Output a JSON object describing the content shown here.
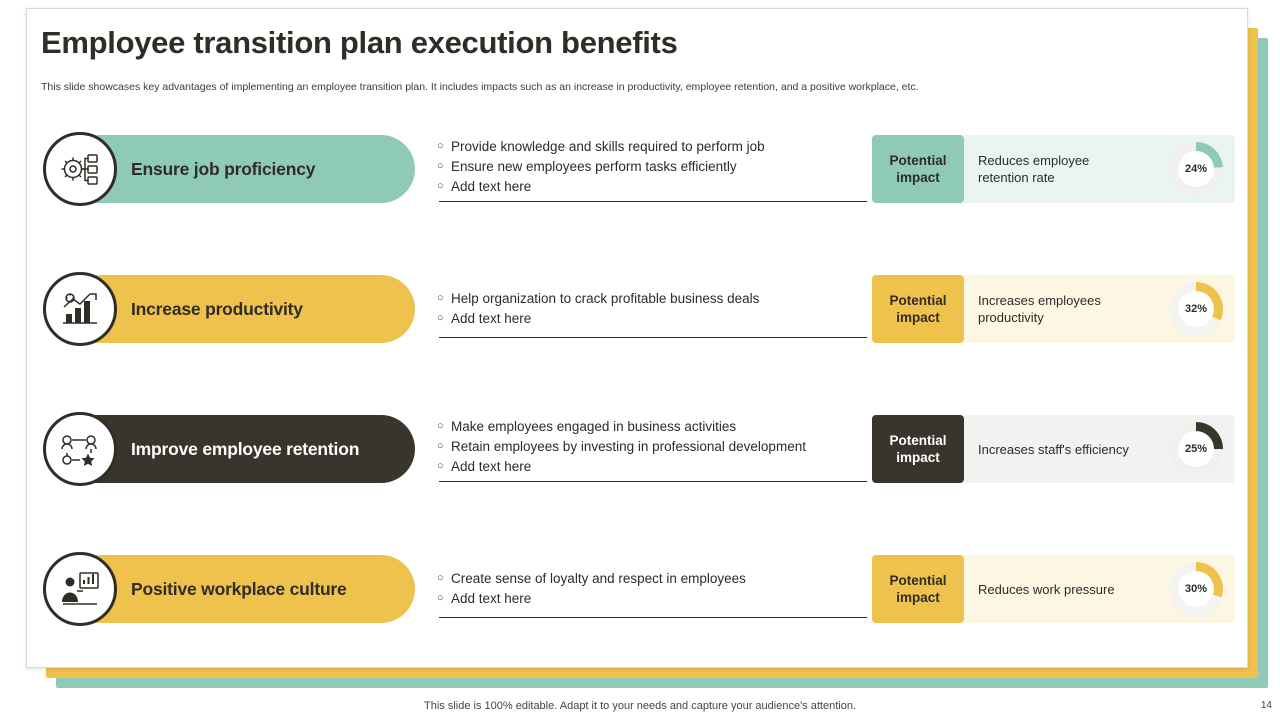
{
  "slide": {
    "title": "Employee transition plan execution benefits",
    "subtitle": "This slide showcases key advantages of implementing an employee transition plan. It includes impacts such as an increase in productivity, employee retention, and a positive workplace, etc.",
    "footer_note": "This slide is 100% editable. Adapt it to your needs and capture your audience's attention.",
    "page_number": "14"
  },
  "colors": {
    "teal": "#8fc9b8",
    "teal_light": "#eaf5f0",
    "yellow": "#efc14d",
    "yellow_light": "#fdf6e3",
    "dark": "#3a352c",
    "grey_light": "#f2f2f0",
    "white": "#ffffff",
    "outline_dark": "#2f2d26"
  },
  "rows": [
    {
      "label": "Ensure job proficiency",
      "icon": "gear-network-icon",
      "pill_color": "#8fc9b8",
      "label_color": "#2f2d26",
      "bullets": [
        "Provide knowledge and skills required to perform job",
        "Ensure new employees perform tasks efficiently",
        "Add text here"
      ],
      "impact_label": "Potential impact",
      "impact_tab_color": "#8fc9b8",
      "impact_tab_text_color": "#2f2d26",
      "impact_body_color": "#eaf5f0",
      "impact_text": "Reduces employee retention rate",
      "percent": "24%",
      "percent_value": 24,
      "donut_color": "#8fc9b8",
      "donut_track": "#f0f0ee"
    },
    {
      "label": "Increase productivity",
      "icon": "growth-chart-icon",
      "pill_color": "#efc14d",
      "label_color": "#2f2d26",
      "bullets": [
        "Help organization to crack profitable business deals",
        "Add text here"
      ],
      "impact_label": "Potential impact",
      "impact_tab_color": "#efc14d",
      "impact_tab_text_color": "#2f2d26",
      "impact_body_color": "#fdf6e3",
      "impact_text": "Increases employees productivity",
      "percent": "32%",
      "percent_value": 32,
      "donut_color": "#efc14d",
      "donut_track": "#f3f3f1"
    },
    {
      "label": "Improve employee retention",
      "icon": "people-network-star-icon",
      "pill_color": "#3a352c",
      "label_color": "#ffffff",
      "bullets": [
        "Make employees engaged in business activities",
        "Retain employees by investing in professional development",
        "Add text here"
      ],
      "impact_label": "Potential impact",
      "impact_tab_color": "#3a352c",
      "impact_tab_text_color": "#ffffff",
      "impact_body_color": "#f2f2f0",
      "impact_text": "Increases staff's efficiency",
      "percent": "25%",
      "percent_value": 25,
      "donut_color": "#3a352c",
      "donut_track": "#f0f0ee"
    },
    {
      "label": "Positive workplace culture",
      "icon": "person-presentation-icon",
      "pill_color": "#efc14d",
      "label_color": "#2f2d26",
      "bullets": [
        "Create sense of loyalty and respect in employees",
        "Add text here"
      ],
      "impact_label": "Potential impact",
      "impact_tab_color": "#efc14d",
      "impact_tab_text_color": "#2f2d26",
      "impact_body_color": "#fdf6e3",
      "impact_text": "Reduces work pressure",
      "percent": "30%",
      "percent_value": 30,
      "donut_color": "#efc14d",
      "donut_track": "#f3f3f1"
    }
  ]
}
